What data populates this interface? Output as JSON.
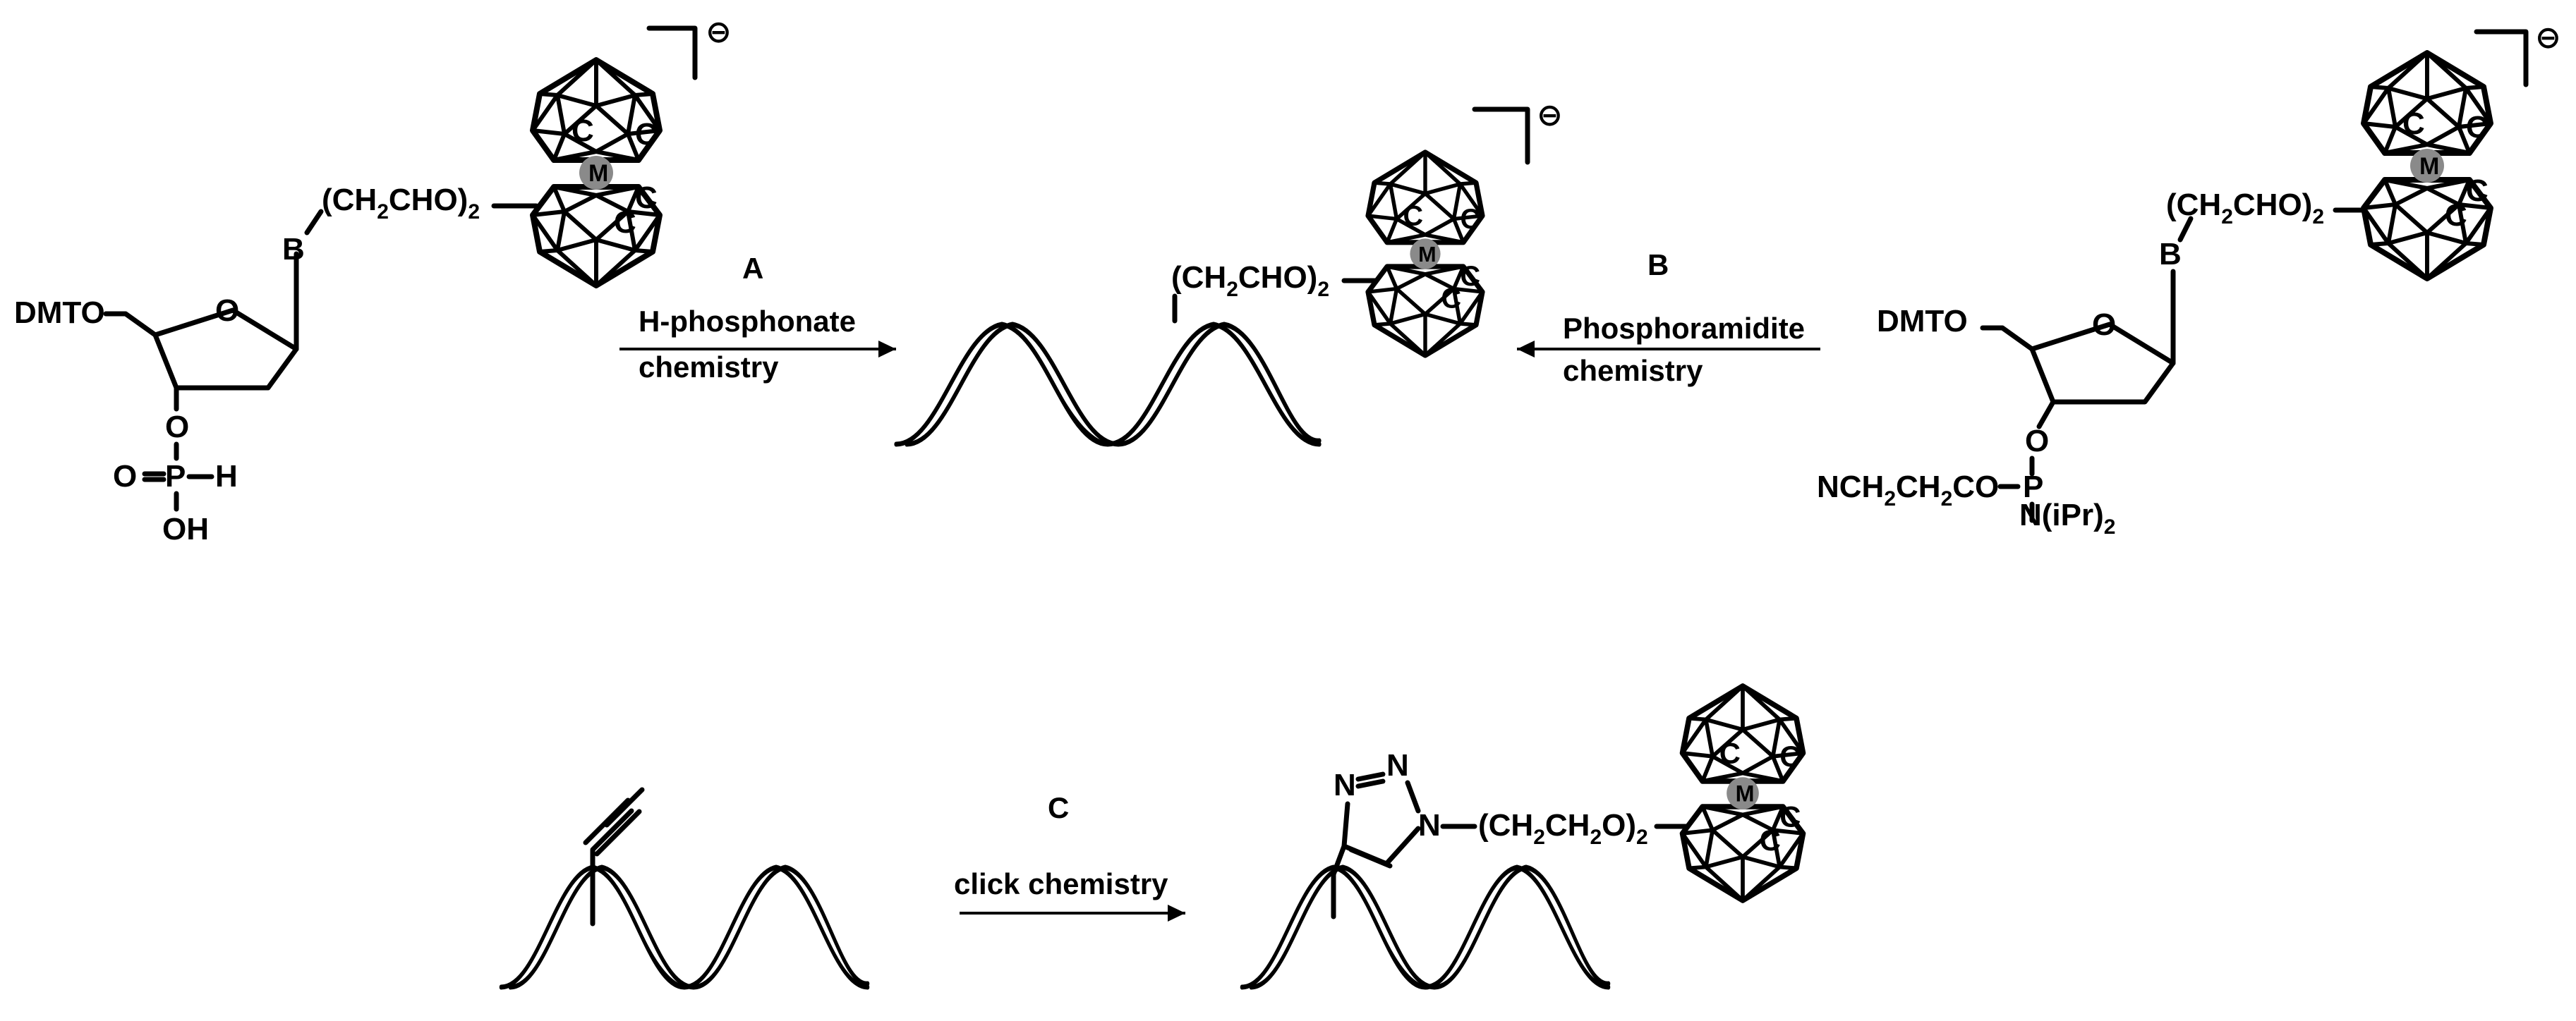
{
  "labels": {
    "charge": "⊖",
    "metal": "M",
    "carbon": "C",
    "base": "B",
    "dmto": "DMTO",
    "ring_o": "O",
    "o": "O",
    "p": "P",
    "h": "H",
    "oh": "OH",
    "linker_a_pre": "(CH",
    "linker_a_sub": "2",
    "linker_a_mid": "CHO)",
    "linker_a_sub2": "2",
    "linker_c_pre": "(CH",
    "linker_c_sub": "2",
    "linker_c_mid": "CH",
    "linker_c_sub2": "2",
    "linker_c_mid2": "O)",
    "linker_c_sub3": "2",
    "cyanoethyl_pre": "NCH",
    "cyanoethyl_sub": "2",
    "cyanoethyl_mid": "CH",
    "cyanoethyl_sub2": "2",
    "cyanoethyl_end": "CO",
    "amine_pre": "N(iPr)",
    "amine_sub": "2",
    "triazole_n": "N",
    "triazole_nn": "N",
    "triazole_n1": "N"
  },
  "steps": {
    "a": {
      "letter": "A",
      "line1": "H-phosphonate",
      "line2": "chemistry"
    },
    "b": {
      "letter": "B",
      "line1": "Phosphoramidite",
      "line2": "chemistry"
    },
    "c": {
      "letter": "C",
      "line1": "click chemistry"
    }
  }
}
